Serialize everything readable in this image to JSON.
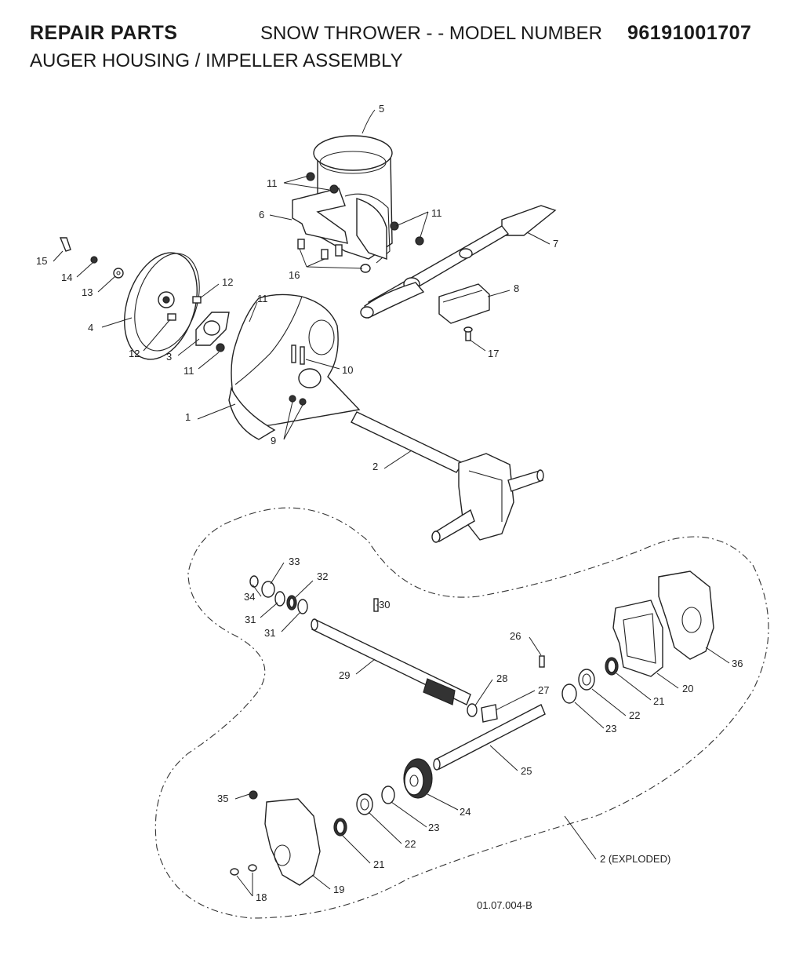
{
  "header": {
    "section": "REPAIR PARTS",
    "product": "SNOW THROWER - - MODEL NUMBER",
    "model_number": "96191001707",
    "subtitle": "AUGER HOUSING / IMPELLER ASSEMBLY"
  },
  "callouts": {
    "p1": "1",
    "p2": "2",
    "p3": "3",
    "p4": "4",
    "p5": "5",
    "p6": "6",
    "p7": "7",
    "p8": "8",
    "p9": "9",
    "p10": "10",
    "p11a": "11",
    "p11b": "11",
    "p11c": "11",
    "p11d": "11",
    "p12a": "12",
    "p12b": "12",
    "p13": "13",
    "p14": "14",
    "p15": "15",
    "p16": "16",
    "p17": "17",
    "p18": "18",
    "p19": "19",
    "p20": "20",
    "p21a": "21",
    "p21b": "21",
    "p22a": "22",
    "p22b": "22",
    "p23a": "23",
    "p23b": "23",
    "p24": "24",
    "p25": "25",
    "p26": "26",
    "p27": "27",
    "p28": "28",
    "p29": "29",
    "p30": "30",
    "p31a": "31",
    "p31b": "31",
    "p32": "32",
    "p33": "33",
    "p34": "34",
    "p35": "35",
    "p36": "36",
    "exploded": "2 (EXPLODED)"
  },
  "drawing_code": "01.07.004-B"
}
